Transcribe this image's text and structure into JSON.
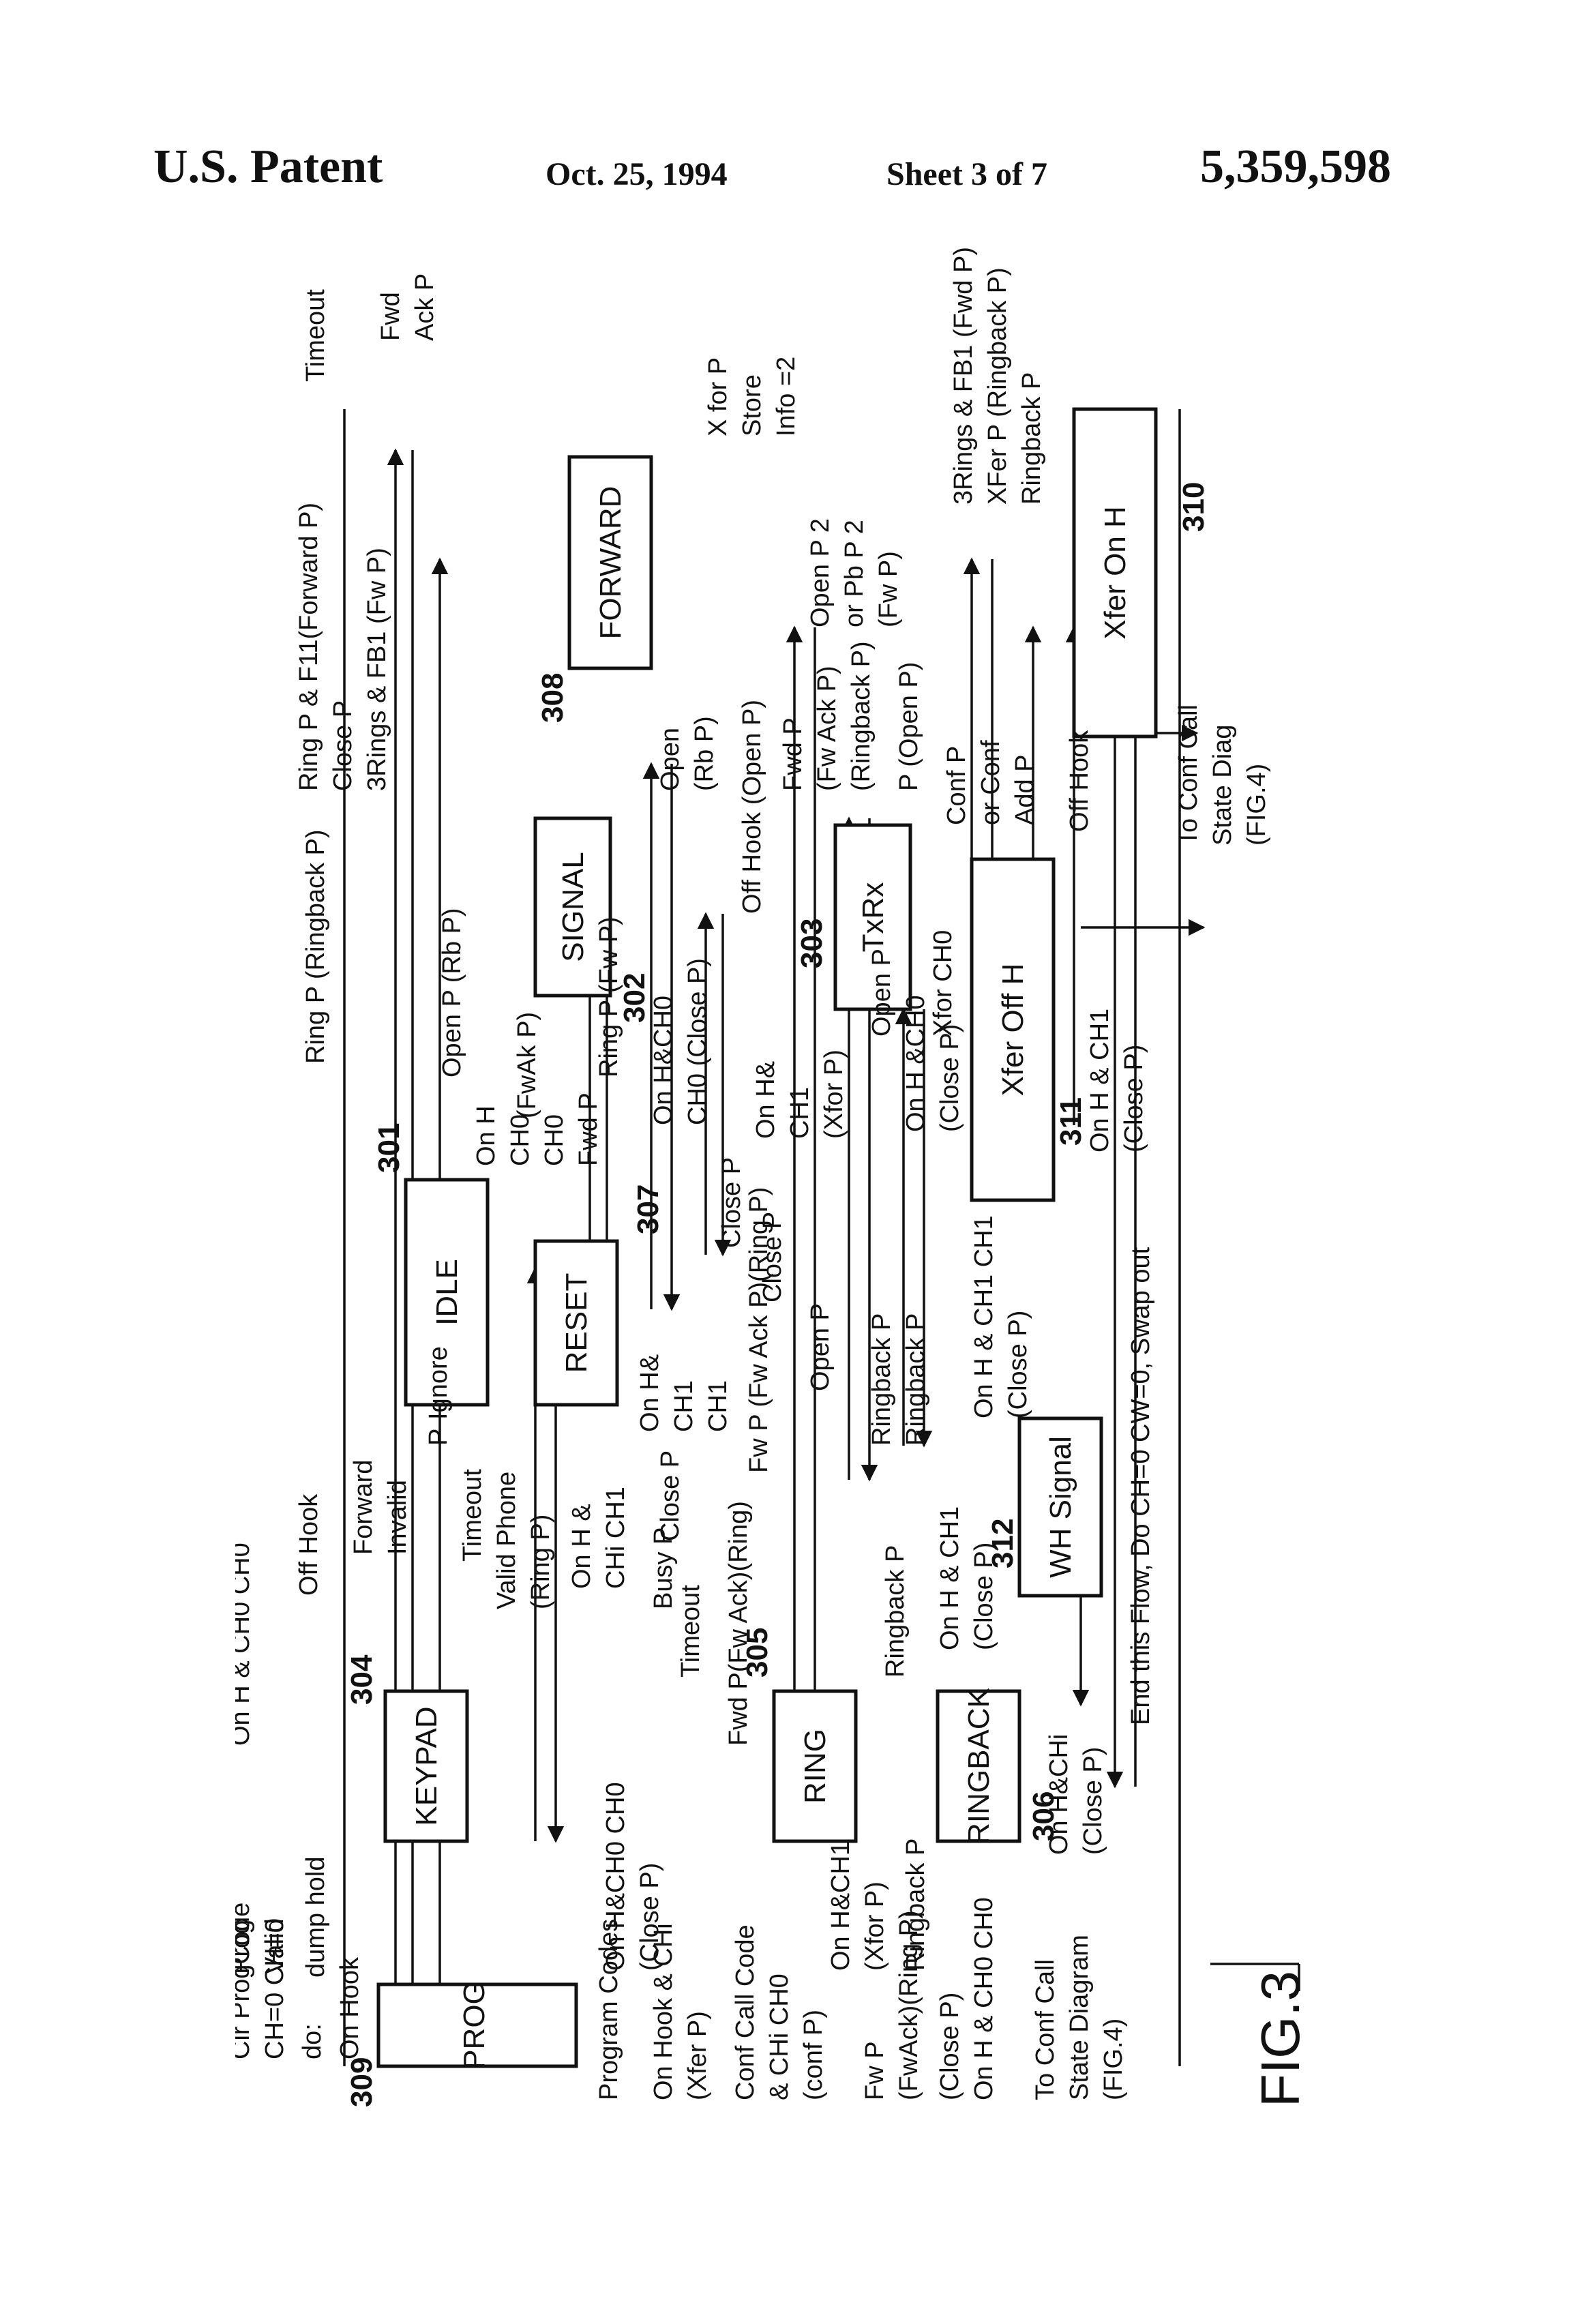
{
  "header": {
    "patent_label": "U.S. Patent",
    "date": "Oct. 25, 1994",
    "sheet": "Sheet 3 of 7",
    "patent_number": "5,359,598"
  },
  "figure": {
    "label": "FIG.3",
    "states": [
      {
        "id": "prog",
        "name": "PROG",
        "ref": "309"
      },
      {
        "id": "keypad",
        "name": "KEYPAD",
        "ref": "304"
      },
      {
        "id": "ring",
        "name": "RING",
        "ref": "305"
      },
      {
        "id": "ringback",
        "name": "RINGBACK",
        "ref": "306"
      },
      {
        "id": "idle",
        "name": "IDLE",
        "ref": "301"
      },
      {
        "id": "reset",
        "name": "RESET",
        "ref": "307"
      },
      {
        "id": "wh_signal",
        "name": "WH Signal",
        "ref": "312"
      },
      {
        "id": "signal",
        "name": "SIGNAL",
        "ref": "302"
      },
      {
        "id": "txrx",
        "name": "TxRx",
        "ref": "303"
      },
      {
        "id": "xfer_off",
        "name": "Xfer   Off H",
        "ref": "311"
      },
      {
        "id": "forward",
        "name": "FORWARD",
        "ref": "308"
      },
      {
        "id": "xfer_on",
        "name": "Xfer   On H",
        "ref": "310"
      }
    ],
    "labels": {
      "prog_onhook": [
        "On Hook",
        "do:",
        "CH=0 CH=0",
        "Cir ProgCode",
        "dump hold"
      ],
      "valid_prog": [
        "Valid",
        "Prog"
      ],
      "program_codes": "Program Codes",
      "onhook_chi_xfer": [
        "On Hook & CHi",
        "(Xfer P)"
      ],
      "conf_call_code": [
        "Conf Call Code",
        "& CHi CH0",
        "(conf P)"
      ],
      "fw_fwack_ring": [
        "Fw P",
        "(FwAck)(Ring P)"
      ],
      "close_p_ringback": "(Close P)",
      "onh_ch0_ch0_ringback": "On H & CH0 CH0",
      "to_conf_left": [
        "To Conf Call",
        "State Diagram",
        "(FIG.4)"
      ],
      "onh_ch0_ch0_top": "On H & CH0 CH0",
      "off_hook_idle": "Off Hook",
      "forward_invalid": [
        "Forward",
        "Invalid"
      ],
      "p_ignore": "P-Ignore",
      "timeout_keypad": "Timeout",
      "valid_phone": [
        "Valid Phone",
        "(Ring P)"
      ],
      "onh_chi_ch1": [
        "On H &",
        "CHi CH1"
      ],
      "onh_ch0_close_keypad": [
        "On H&CH0 CH0",
        "(Close P)"
      ],
      "busy_p": "Busy P",
      "timeout_ring": "Timeout",
      "fwd_fwack": "Fwd P(Fw Ack)(Ring)",
      "onh_ch1_xfor": [
        "On H&CH1",
        "(Xfor P)"
      ],
      "ringback_p_ring": "Ringback P",
      "ringback_p_left": "Ringback P",
      "close_p_reset": "Close P",
      "onh_ch1_reset": [
        "On H&",
        "CH1",
        "CH1"
      ],
      "onh_ch0_fwd_reset": [
        "On H",
        "CH0",
        "CH0",
        "Fwd P"
      ],
      "fw_p_ack_ring": "Fw P (Fw Ack P)(Ring P)",
      "close_p_1": "Close P",
      "close_p_2": "Close P",
      "open_p_mid": "Open P",
      "ringback_pp": [
        "Ringback P",
        "Ringback P"
      ],
      "onh_ch1_close_1": [
        "On H & CH1",
        "(Close P)"
      ],
      "onh_ch1_ch1_close": [
        "On H & CH1 CH1",
        "(Close P)"
      ],
      "end_flow": "End this Flow, Do CH=0 CW=0, Swap out",
      "onh_chi_close_wh": [
        "On H&CHi",
        "(Close P)"
      ],
      "onh_ch1_close_xfer": [
        "On H & CH1",
        "(Close P)"
      ],
      "ring_ringback": "Ring P (Ringback P)",
      "open_rb": "Open P (Rb P)",
      "fwak_p": "(FwAk P)",
      "ring_fw": "Ring P (Fw P)",
      "onh_ch0_close_signal": [
        "On H&CH0",
        "CH0 (Close P)"
      ],
      "onh_ch1_xfor_txrx": [
        "On H&",
        "CH1",
        "(Xfor P)"
      ],
      "onh_ch0_close_xfer": [
        "On H &CH0",
        "(Close P)"
      ],
      "ring_f11": [
        "Ring P & F11(Forward P)",
        "Close P",
        "3Rings & FB1 (Fw P)"
      ],
      "timeout_top": "Timeout",
      "open_rb_txrx": [
        "Open",
        "(Rb P)"
      ],
      "off_hook_open": "Off Hook (Open P)",
      "fwd_txrx": [
        "Fwd P",
        "(Fw Ack P)",
        "(Ringback P)"
      ],
      "open_p_txrx": "Open P",
      "xfor_ch0": "Xfor CH0",
      "open_p_xf": "P (Open P)",
      "conf_p": [
        "Conf P",
        "or Conf",
        "Add P"
      ],
      "off_hook_xfer": "Off Hook",
      "to_conf_right": [
        "To Conf Call",
        "State Diag",
        "(FIG.4)"
      ],
      "fwd_ack_top": [
        "Fwd",
        "Ack P"
      ],
      "x_for_p": [
        "X for P",
        "Store",
        "Info =2"
      ],
      "open_p2": [
        "Open P 2",
        "or Pb P 2",
        "(Fw P)"
      ],
      "rings_fb1": [
        "3Rings & FB1 (Fwd P)",
        "XFer P (Ringback P)",
        "Ringback P"
      ]
    }
  }
}
